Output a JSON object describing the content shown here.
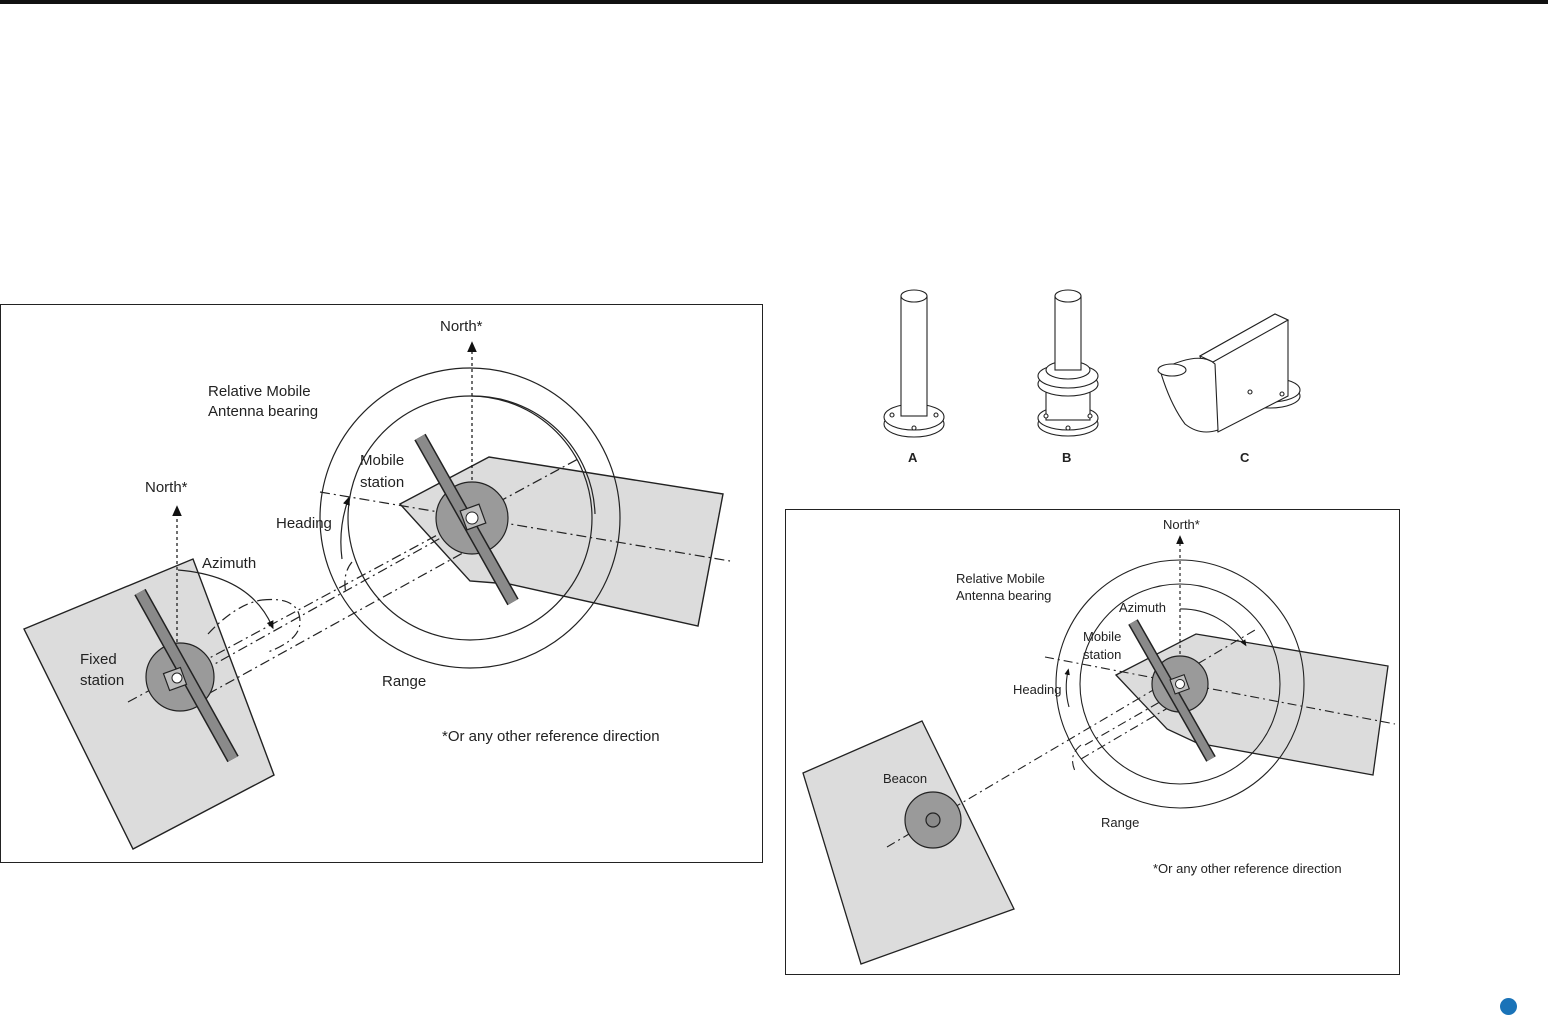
{
  "figure_left": {
    "north_fixed": "North*",
    "north_mobile": "North*",
    "relative_bearing_line1": "Relative Mobile",
    "relative_bearing_line2": "Antenna bearing",
    "mobile_line1": "Mobile",
    "mobile_line2": "station",
    "heading": "Heading",
    "azimuth": "Azimuth",
    "fixed_line1": "Fixed",
    "fixed_line2": "station",
    "range": "Range",
    "footnote": "*Or any other reference direction"
  },
  "figure_antennas": {
    "label_a": "A",
    "label_b": "B",
    "label_c": "C"
  },
  "figure_right": {
    "north": "North*",
    "relative_bearing_line1": "Relative Mobile",
    "relative_bearing_line2": "Antenna bearing",
    "azimuth": "Azimuth",
    "mobile_line1": "Mobile",
    "mobile_line2": "station",
    "heading": "Heading",
    "beacon": "Beacon",
    "range": "Range",
    "footnote": "*Or any other reference direction"
  },
  "colors": {
    "accent_dot": "#1a73b8",
    "platform_fill": "#dcdcdc",
    "disc_fill": "#9a9a9a",
    "antenna_fill": "#8a8a8a"
  }
}
